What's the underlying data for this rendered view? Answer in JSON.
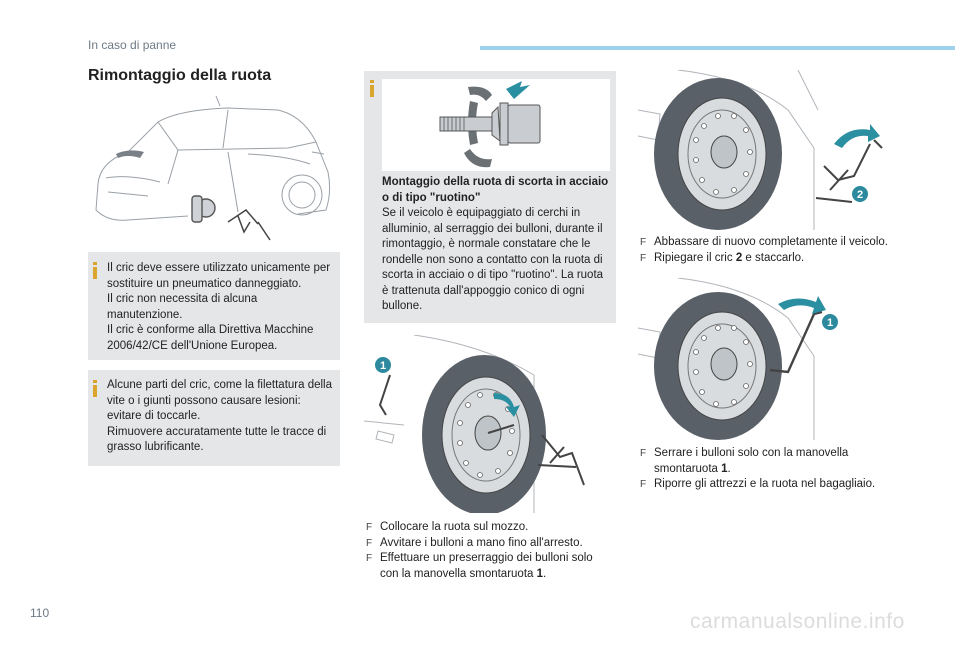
{
  "header": {
    "section": "In caso di panne"
  },
  "page_number": "110",
  "watermark": "carmanualsonline.info",
  "title": "Rimontaggio della ruota",
  "info_box_1": {
    "text": "Il cric deve essere utilizzato unicamente per sostituire un pneumatico danneggiato.\nIl cric non necessita di alcuna manutenzione.\nIl cric è conforme alla Direttiva Macchine 2006/42/CE dell'Unione Europea."
  },
  "info_box_2": {
    "text": "Alcune parti del cric, come la filettatura della vite o i giunti possono causare lesioni: evitare di toccarle.\nRimuovere accuratamente tutte le tracce di grasso lubrificante."
  },
  "info_box_3": {
    "title_part": "Montaggio della ruota di scorta in acciaio o di tipo \"",
    "title_bold": "ruotino",
    "title_end": "\"",
    "text": "Se il veicolo è equipaggiato di cerchi in alluminio, al serraggio dei bulloni, durante il rimontaggio, è normale constatare che le rondelle non sono a contatto con la ruota di scorta in acciaio o di tipo \"ruotino\". La ruota è trattenuta dall'appoggio conico di ogni bullone."
  },
  "steps_middle": [
    {
      "text": "Collocare la ruota sul mozzo."
    },
    {
      "text": "Avvitare i bulloni a mano fino all'arresto."
    },
    {
      "text": "Effettuare un preserraggio dei bulloni solo con la manovella smontaruota ",
      "num": "1",
      "end": "."
    }
  ],
  "steps_right_top": [
    {
      "text": "Abbassare di nuovo completamente il veicolo."
    },
    {
      "text": "Ripiegare il cric ",
      "num": "2",
      "end": " e staccarlo."
    }
  ],
  "steps_right_bottom": [
    {
      "text": "Serrare i bulloni solo con la manovella smontaruota ",
      "num": "1",
      "end": "."
    },
    {
      "text": "Riporre gli attrezzi e la ruota nel bagagliaio."
    }
  ],
  "badges": {
    "one": "1",
    "two": "2"
  },
  "bullet_symbol": "F",
  "icons": [
    "info-icon",
    "bullet-icon"
  ],
  "colors": {
    "accent": "#9fd2ea",
    "info_marker": "#d9a52a",
    "box_bg": "#e4e6e8",
    "arrow_teal": "#2a8fa0",
    "badge_teal": "#2d8a9e"
  }
}
